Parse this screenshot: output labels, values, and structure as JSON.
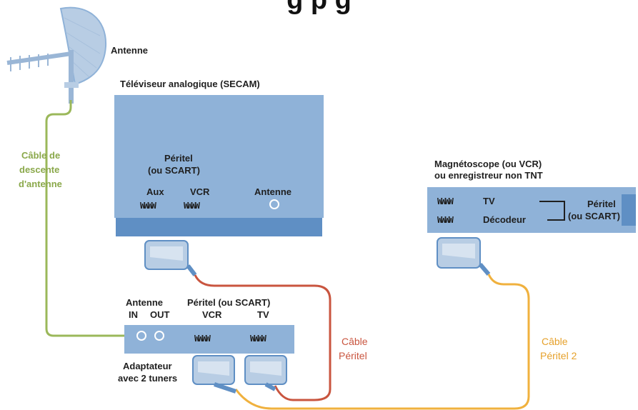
{
  "title": "g  p        g",
  "antenna_label": "Antenne",
  "tv": {
    "title": "Téléviseur analogique (SECAM)",
    "peritel_line1": "Péritel",
    "peritel_line2": "(ou SCART)",
    "aux": "Aux",
    "vcr": "VCR",
    "antenne": "Antenne",
    "connector_symbol": "WWWW"
  },
  "cable_descente": {
    "line1": "Câble de",
    "line2": "descente",
    "line3": "d'antenne"
  },
  "vcr_box": {
    "title_line1": "Magnétoscope (ou VCR)",
    "title_line2": "ou enregistreur non TNT",
    "tv_port": "TV",
    "decodeur_port": "Décodeur",
    "peritel_line1": "Péritel",
    "peritel_line2": "(ou SCART)",
    "connector_symbol": "WWWW"
  },
  "adapter": {
    "antenne": "Antenne",
    "in": "IN",
    "out": "OUT",
    "peritel_header": "Péritel (ou SCART)",
    "vcr": "VCR",
    "tv": "TV",
    "caption_line1": "Adaptateur",
    "caption_line2": "avec 2 tuners",
    "connector_symbol": "WWWW"
  },
  "cable_peritel": {
    "line1": "Câble",
    "line2": "Péritel"
  },
  "cable_peritel2": {
    "line1": "Câble",
    "line2": "Péritel 2"
  },
  "colors": {
    "device_fill": "#8fb2d8",
    "device_dark": "#5f8fc4",
    "antenna_cable": "#9bb85a",
    "peritel_cable": "#c9553f",
    "peritel2_cable": "#f0b13e"
  }
}
